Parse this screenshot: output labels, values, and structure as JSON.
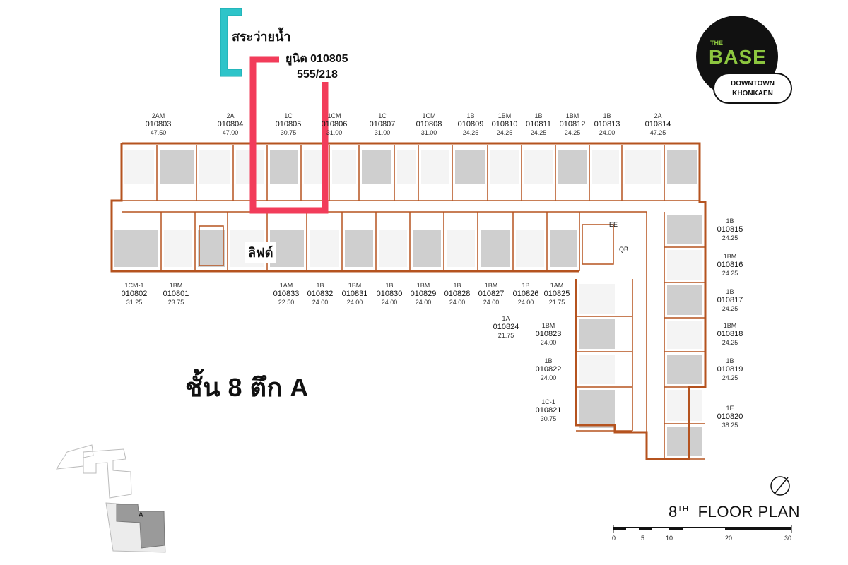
{
  "callouts": {
    "pool": "สระว่ายน้ำ",
    "unit_line1": "ยูนิต 010805",
    "unit_line2": "555/218",
    "lift": "ลิฟต์",
    "floor_building": "ชั้น 8 ตึก A"
  },
  "brand": {
    "the": "THE",
    "base": "BASE",
    "line1": "DOWNTOWN",
    "line2": "KHONKAEN",
    "accent": "#8cc63f"
  },
  "colors": {
    "wall": "#b5531f",
    "room_fill": "#cfcfcf",
    "pool_marker": "#2ec4c9",
    "unit_marker": "#f23c5a"
  },
  "plan": {
    "title_num": "8",
    "title_sup": "TH",
    "title_rest": "FLOOR PLAN",
    "scale_ticks": [
      "0",
      "5",
      "10",
      "20",
      "30"
    ]
  },
  "keymap": {
    "building_label": "A"
  },
  "units": [
    {
      "type": "2AM",
      "code": "010803",
      "area": "47.50"
    },
    {
      "type": "2A",
      "code": "010804",
      "area": "47.00"
    },
    {
      "type": "1C",
      "code": "010805",
      "area": "30.75"
    },
    {
      "type": "1CM",
      "code": "010806",
      "area": "31.00"
    },
    {
      "type": "1C",
      "code": "010807",
      "area": "31.00"
    },
    {
      "type": "1CM",
      "code": "010808",
      "area": "31.00"
    },
    {
      "type": "1B",
      "code": "010809",
      "area": "24.25"
    },
    {
      "type": "1BM",
      "code": "010810",
      "area": "24.25"
    },
    {
      "type": "1B",
      "code": "010811",
      "area": "24.25"
    },
    {
      "type": "1BM",
      "code": "010812",
      "area": "24.25"
    },
    {
      "type": "1B",
      "code": "010813",
      "area": "24.00"
    },
    {
      "type": "2A",
      "code": "010814",
      "area": "47.25"
    },
    {
      "type": "1CM-1",
      "code": "010802",
      "area": "31.25"
    },
    {
      "type": "1BM",
      "code": "010801",
      "area": "23.75"
    },
    {
      "type": "1AM",
      "code": "010833",
      "area": "22.50"
    },
    {
      "type": "1B",
      "code": "010832",
      "area": "24.00"
    },
    {
      "type": "1BM",
      "code": "010831",
      "area": "24.00"
    },
    {
      "type": "1B",
      "code": "010830",
      "area": "24.00"
    },
    {
      "type": "1BM",
      "code": "010829",
      "area": "24.00"
    },
    {
      "type": "1B",
      "code": "010828",
      "area": "24.00"
    },
    {
      "type": "1BM",
      "code": "010827",
      "area": "24.00"
    },
    {
      "type": "1B",
      "code": "010826",
      "area": "24.00"
    },
    {
      "type": "1AM",
      "code": "010825",
      "area": "21.75"
    },
    {
      "type": "1A",
      "code": "010824",
      "area": "21.75"
    },
    {
      "type": "1BM",
      "code": "010823",
      "area": "24.00"
    },
    {
      "type": "1B",
      "code": "010822",
      "area": "24.00"
    },
    {
      "type": "1C-1",
      "code": "010821",
      "area": "30.75"
    },
    {
      "type": "1B",
      "code": "010815",
      "area": "24.25"
    },
    {
      "type": "1BM",
      "code": "010816",
      "area": "24.25"
    },
    {
      "type": "1B",
      "code": "010817",
      "area": "24.25"
    },
    {
      "type": "1BM",
      "code": "010818",
      "area": "24.25"
    },
    {
      "type": "1B",
      "code": "010819",
      "area": "24.25"
    },
    {
      "type": "1E",
      "code": "010820",
      "area": "38.25"
    }
  ],
  "room_tags": {
    "ee": "EE",
    "qb": "QB"
  }
}
